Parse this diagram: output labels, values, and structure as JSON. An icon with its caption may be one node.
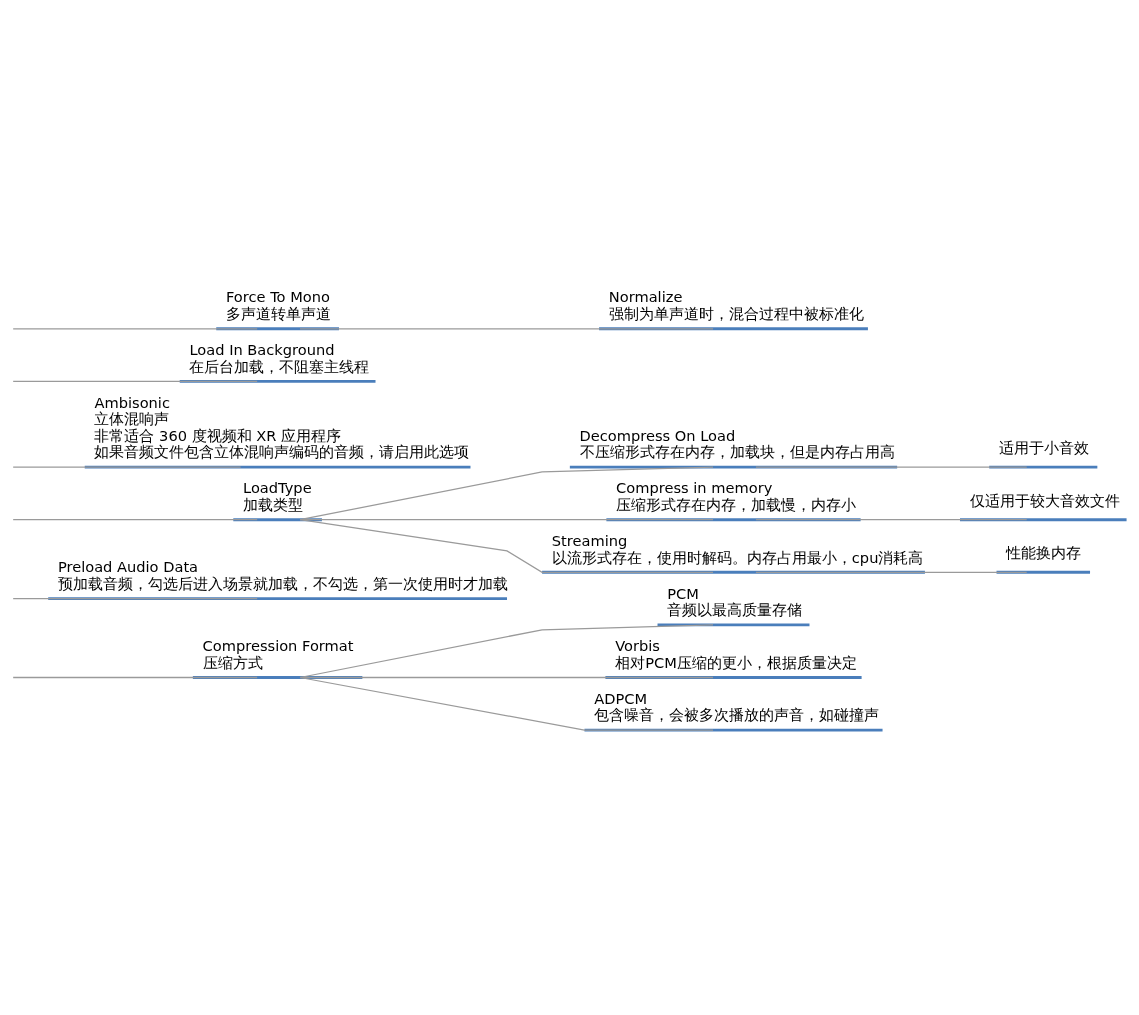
{
  "diagram": {
    "nodes": [
      {
        "text": [
          "Force To Mono",
          "多声道转单声道"
        ]
      },
      {
        "text": [
          "Normalize",
          "强制为单声道时，混合过程中被标准化"
        ]
      },
      {
        "text": [
          "Load In Background",
          "在后台加载，不阻塞主线程"
        ]
      },
      {
        "text": [
          "Ambisonic",
          "立体混响声",
          "非常适合 360 度视频和 XR 应用程序",
          "如果音频文件包含立体混响声编码的音频，请启用此选项"
        ]
      },
      {
        "text": [
          "LoadType",
          "加载类型"
        ]
      },
      {
        "text": [
          "Decompress On Load",
          "不压缩形式存在内存，加载块，但是内存占用高"
        ]
      },
      {
        "text": [
          "适用于小音效"
        ]
      },
      {
        "text": [
          "Compress in memory",
          "压缩形式存在内存，加载慢，内存小"
        ]
      },
      {
        "text": [
          "仅适用于较大音效文件"
        ]
      },
      {
        "text": [
          "Streaming",
          "以流形式存在，使用时解码。内存占用最小，cpu消耗高"
        ]
      },
      {
        "text": [
          "性能换内存"
        ]
      },
      {
        "text": [
          "Preload Audio Data",
          "预加载音频，勾选后进入场景就加载，不勾选，第一次使用时才加载"
        ]
      },
      {
        "text": [
          "Compression Format",
          "压缩方式"
        ]
      },
      {
        "text": [
          "PCM",
          "音频以最高质量存储"
        ]
      },
      {
        "text": [
          "Vorbis",
          "相对PCM压缩的更小，根据质量决定"
        ]
      },
      {
        "text": [
          "ADPCM",
          "包含噪音，会被多次播放的声音，如碰撞声"
        ]
      }
    ],
    "edges": [
      {
        "from": null,
        "to": 0,
        "arrow": "none"
      },
      {
        "from": 0,
        "to": 1,
        "arrow": "none"
      },
      {
        "from": null,
        "to": 2,
        "arrow": "none"
      },
      {
        "from": null,
        "to": 3,
        "arrow": "none"
      },
      {
        "from": null,
        "to": 4,
        "arrow": "none"
      },
      {
        "from": 4,
        "to": 5,
        "arrow": "none"
      },
      {
        "from": 5,
        "to": 6,
        "arrow": "none"
      },
      {
        "from": 4,
        "to": 7,
        "arrow": "none"
      },
      {
        "from": 7,
        "to": 8,
        "arrow": "none"
      },
      {
        "from": 4,
        "to": 9,
        "arrow": "none"
      },
      {
        "from": 9,
        "to": 10,
        "arrow": "none"
      },
      {
        "from": null,
        "to": 11,
        "arrow": "none"
      },
      {
        "from": null,
        "to": 12,
        "arrow": "none"
      },
      {
        "from": 12,
        "to": 13,
        "arrow": "none"
      },
      {
        "from": 12,
        "to": 14,
        "arrow": "none"
      },
      {
        "from": 12,
        "to": 15,
        "arrow": "none"
      }
    ]
  }
}
